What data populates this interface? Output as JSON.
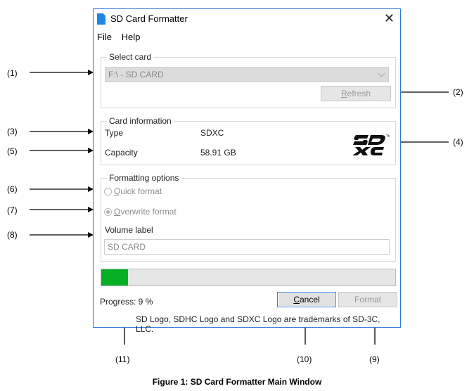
{
  "window": {
    "title": "SD Card Formatter",
    "close": "✕",
    "menu": [
      "File",
      "Help"
    ]
  },
  "select_card": {
    "title": "Select card",
    "selected": "F:\\ - SD CARD",
    "refresh_prefix": "",
    "refresh_mnemonic": "R",
    "refresh_rest": "efresh"
  },
  "card_info": {
    "title": "Card information",
    "type_label": "Type",
    "type_value": "SDXC",
    "capacity_label": "Capacity",
    "capacity_value": "58.91 GB",
    "logo_icon": "sdxc-logo-icon"
  },
  "formatting": {
    "title": "Formatting options",
    "quick_mnemonic": "Q",
    "quick_rest": "uick format",
    "overwrite_mnemonic": "O",
    "overwrite_rest": "verwrite format",
    "volume_label_title": "Volume label",
    "volume_label_value": "SD CARD"
  },
  "progress": {
    "label": "Progress: 9 %",
    "value_fraction": 0.09,
    "fill_color": "#06b025"
  },
  "buttons": {
    "cancel_mnemonic": "C",
    "cancel_rest": "ancel",
    "format": "Format"
  },
  "trademark": "SD Logo, SDHC Logo and SDXC Logo are trademarks of SD-3C, LLC.",
  "callouts": {
    "c1": "(1)",
    "c2": "(2)",
    "c3": "(3)",
    "c4": "(4)",
    "c5": "(5)",
    "c6": "(6)",
    "c7": "(7)",
    "c8": "(8)",
    "c9": "(9)",
    "c10": "(10)",
    "c11": "(11)"
  },
  "caption": "Figure 1: SD Card Formatter Main Window"
}
